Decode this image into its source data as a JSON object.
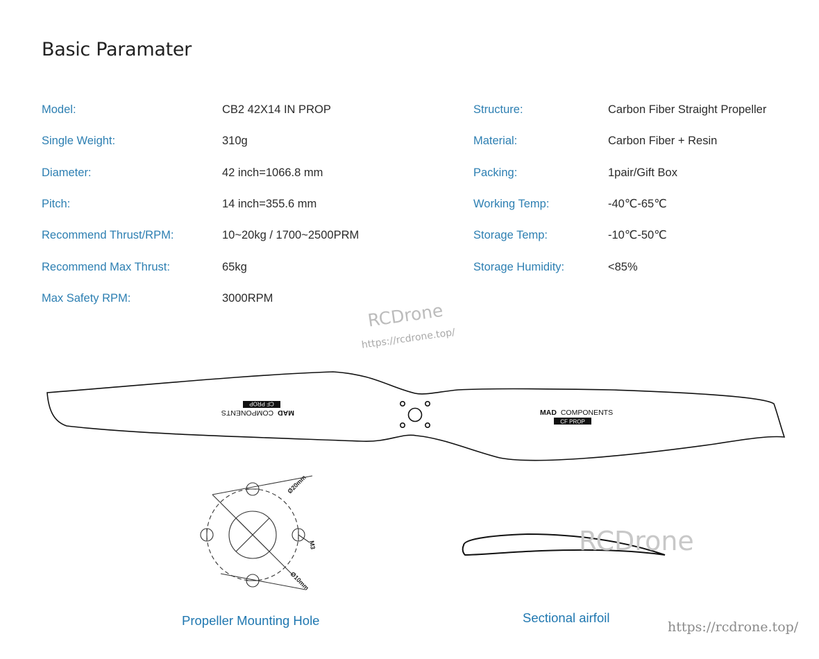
{
  "page": {
    "title": "Basic Paramater",
    "watermark_brand": "RCDrone",
    "watermark_url": "https://rcdrone.top/",
    "site_url": "https://rcdrone.top/"
  },
  "specs_left": [
    {
      "label": "Model:",
      "value": "CB2 42X14 IN PROP"
    },
    {
      "label": "Single Weight:",
      "value": "310g"
    },
    {
      "label": "Diameter:",
      "value": "42 inch=1066.8 mm"
    },
    {
      "label": "Pitch:",
      "value": "14 inch=355.6 mm"
    },
    {
      "label": "Recommend Thrust/RPM:",
      "value": "10~20kg / 1700~2500PRM"
    },
    {
      "label": "Recommend Max Thrust:",
      "value": "65kg"
    },
    {
      "label": "Max Safety RPM:",
      "value": "3000RPM"
    }
  ],
  "specs_right": [
    {
      "label": "Structure:",
      "value": "Carbon Fiber Straight Propeller"
    },
    {
      "label": "Material:",
      "value": "Carbon Fiber + Resin"
    },
    {
      "label": "Packing:",
      "value": "1pair/Gift Box"
    },
    {
      "label": "Working Temp:",
      "value": "-40℃-65℃"
    },
    {
      "label": "Storage Temp:",
      "value": "-10℃-50℃"
    },
    {
      "label": "Storage Humidity:",
      "value": "<85%"
    }
  ],
  "propeller": {
    "brand_bold": "MAD",
    "brand_light": "COMPONENTS",
    "badge": "CF PROP"
  },
  "mounting": {
    "dim_outer": "Ø20mm",
    "dim_inner": "Ø10mm",
    "screw": "M3",
    "caption": "Propeller Mounting Hole"
  },
  "airfoil": {
    "caption": "Sectional airfoil"
  }
}
